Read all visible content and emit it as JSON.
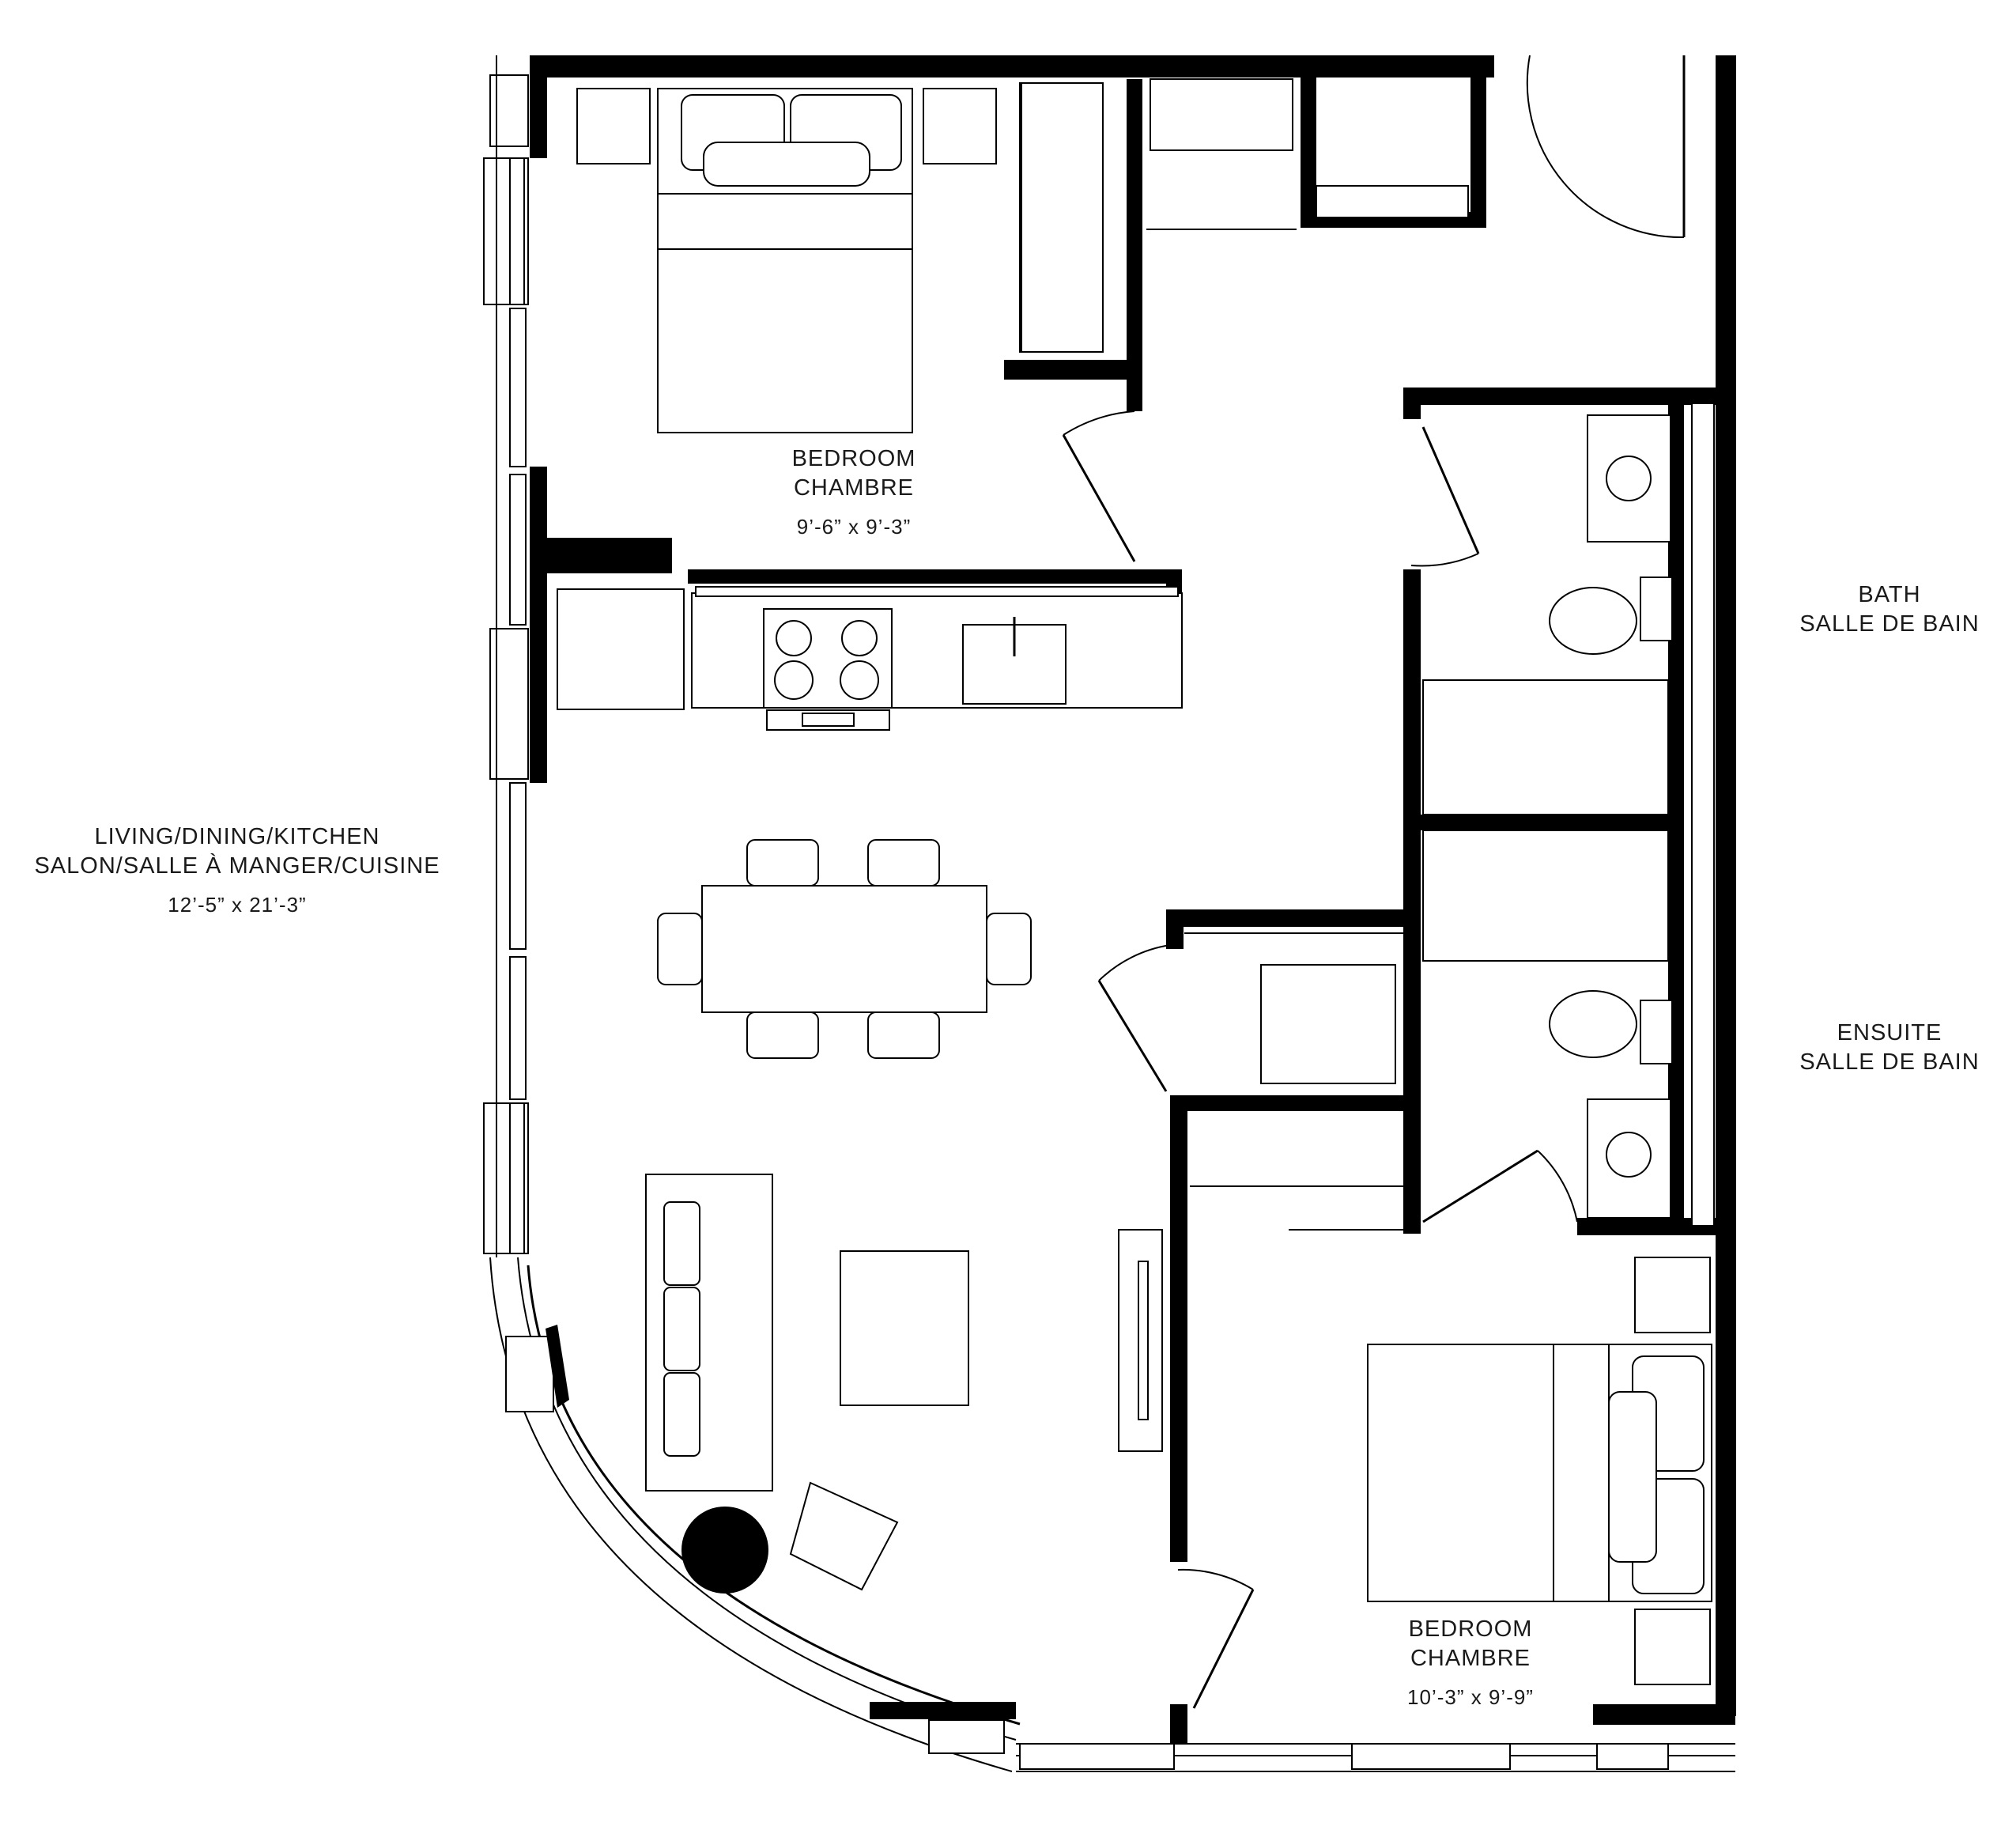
{
  "rooms": {
    "bedroom_1": {
      "name_en": "BEDROOM",
      "name_fr": "CHAMBRE",
      "dimensions": "9’-6” x 9’-3”"
    },
    "bedroom_2": {
      "name_en": "BEDROOM",
      "name_fr": "CHAMBRE",
      "dimensions": "10’-3” x 9’-9”"
    },
    "living": {
      "name_en": "LIVING/DINING/KITCHEN",
      "name_fr": "SALON/SALLE À MANGER/CUISINE",
      "dimensions": "12’-5” x 21’-3”"
    },
    "bath": {
      "name_en": "BATH",
      "name_fr": "SALLE DE BAIN"
    },
    "ensuite": {
      "name_en": "ENSUITE",
      "name_fr": "SALLE DE BAIN"
    }
  }
}
